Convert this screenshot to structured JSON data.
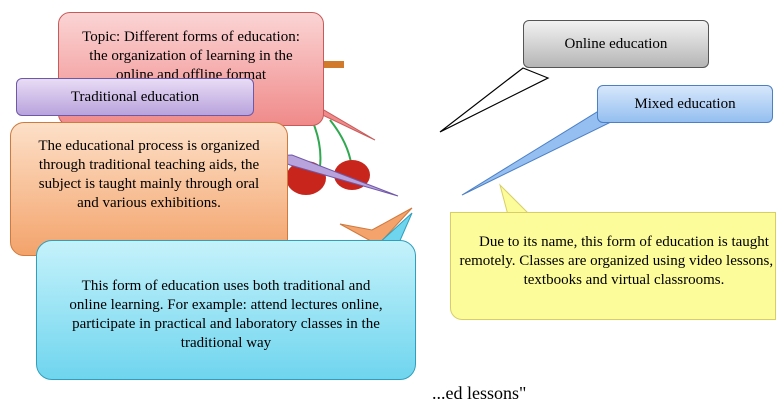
{
  "callouts": {
    "topic": "Topic: Different forms of education: the organization of learning in the online and offline format",
    "traditional_title": "Traditional education",
    "traditional_desc": "The educational process is organized through traditional teaching aids, the subject is taught mainly through oral and various exhibitions.",
    "mixed_desc": "This form of education uses both traditional and online learning. For example: attend lectures online, participate in practical and laboratory classes in the traditional way",
    "online_title": "Online education",
    "mixed_title": "Mixed education",
    "online_desc": "Due to its name, this form of education is taught remotely. Classes are organized using video lessons, e-textbooks and virtual classrooms."
  },
  "caption": "...ed lessons\""
}
